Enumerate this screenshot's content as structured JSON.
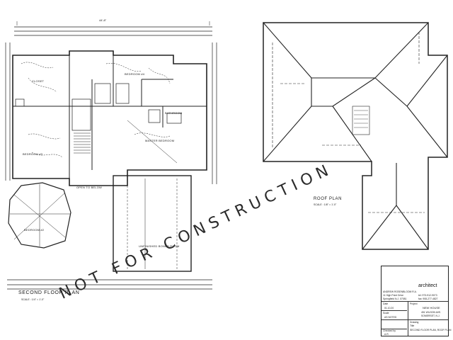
{
  "watermark": "NOT FOR CONSTRUCTION",
  "second_floor": {
    "title": "SECOND FLOOR PLAN",
    "scale": "SCALE : 1/4\" = 1'-0\"",
    "overall_dim": "44'-8\"",
    "rooms": {
      "closet": "CLOSET",
      "bedroom_2": "BEDROOM #2",
      "bedroom_3": "BEDROOM #3",
      "bedroom_4": "BEDROOM #4",
      "master_bedroom": "MASTER BEDROOM",
      "bathroom": "BATHROOM",
      "open_to_below": "OPEN TO BELOW",
      "unfinished_bonus": "UNFINISHED BONUS ROOM"
    }
  },
  "roof_plan": {
    "title": "ROOF PLAN",
    "scale": "SCALE : 1/8\" = 1'-0\""
  },
  "title_block": {
    "firm": "architect",
    "firm_line": "ANDREW ROSENBLOOM R.A.",
    "addr_1": "11 High Point Drive",
    "addr_2": "Springfield N.J. 07081",
    "tel": "tel: 973-912-9073",
    "fax": "fax: 908-277-4827",
    "date_label": "Date",
    "date": "01.10.20",
    "project_label": "Project",
    "project": "NEW HOUSE",
    "address_1": "451 WILSON AVE.",
    "address_2": "SOMERSET, N.J.",
    "scale_label": "Scale",
    "scale": "AS NOTED",
    "drawing_label": "Drawing",
    "drawing_title_label": "Title",
    "drawing": "SECOND FLOOR PLAN, ROOF PLAN",
    "checked_label": "Checked by",
    "checked": "A.R."
  }
}
